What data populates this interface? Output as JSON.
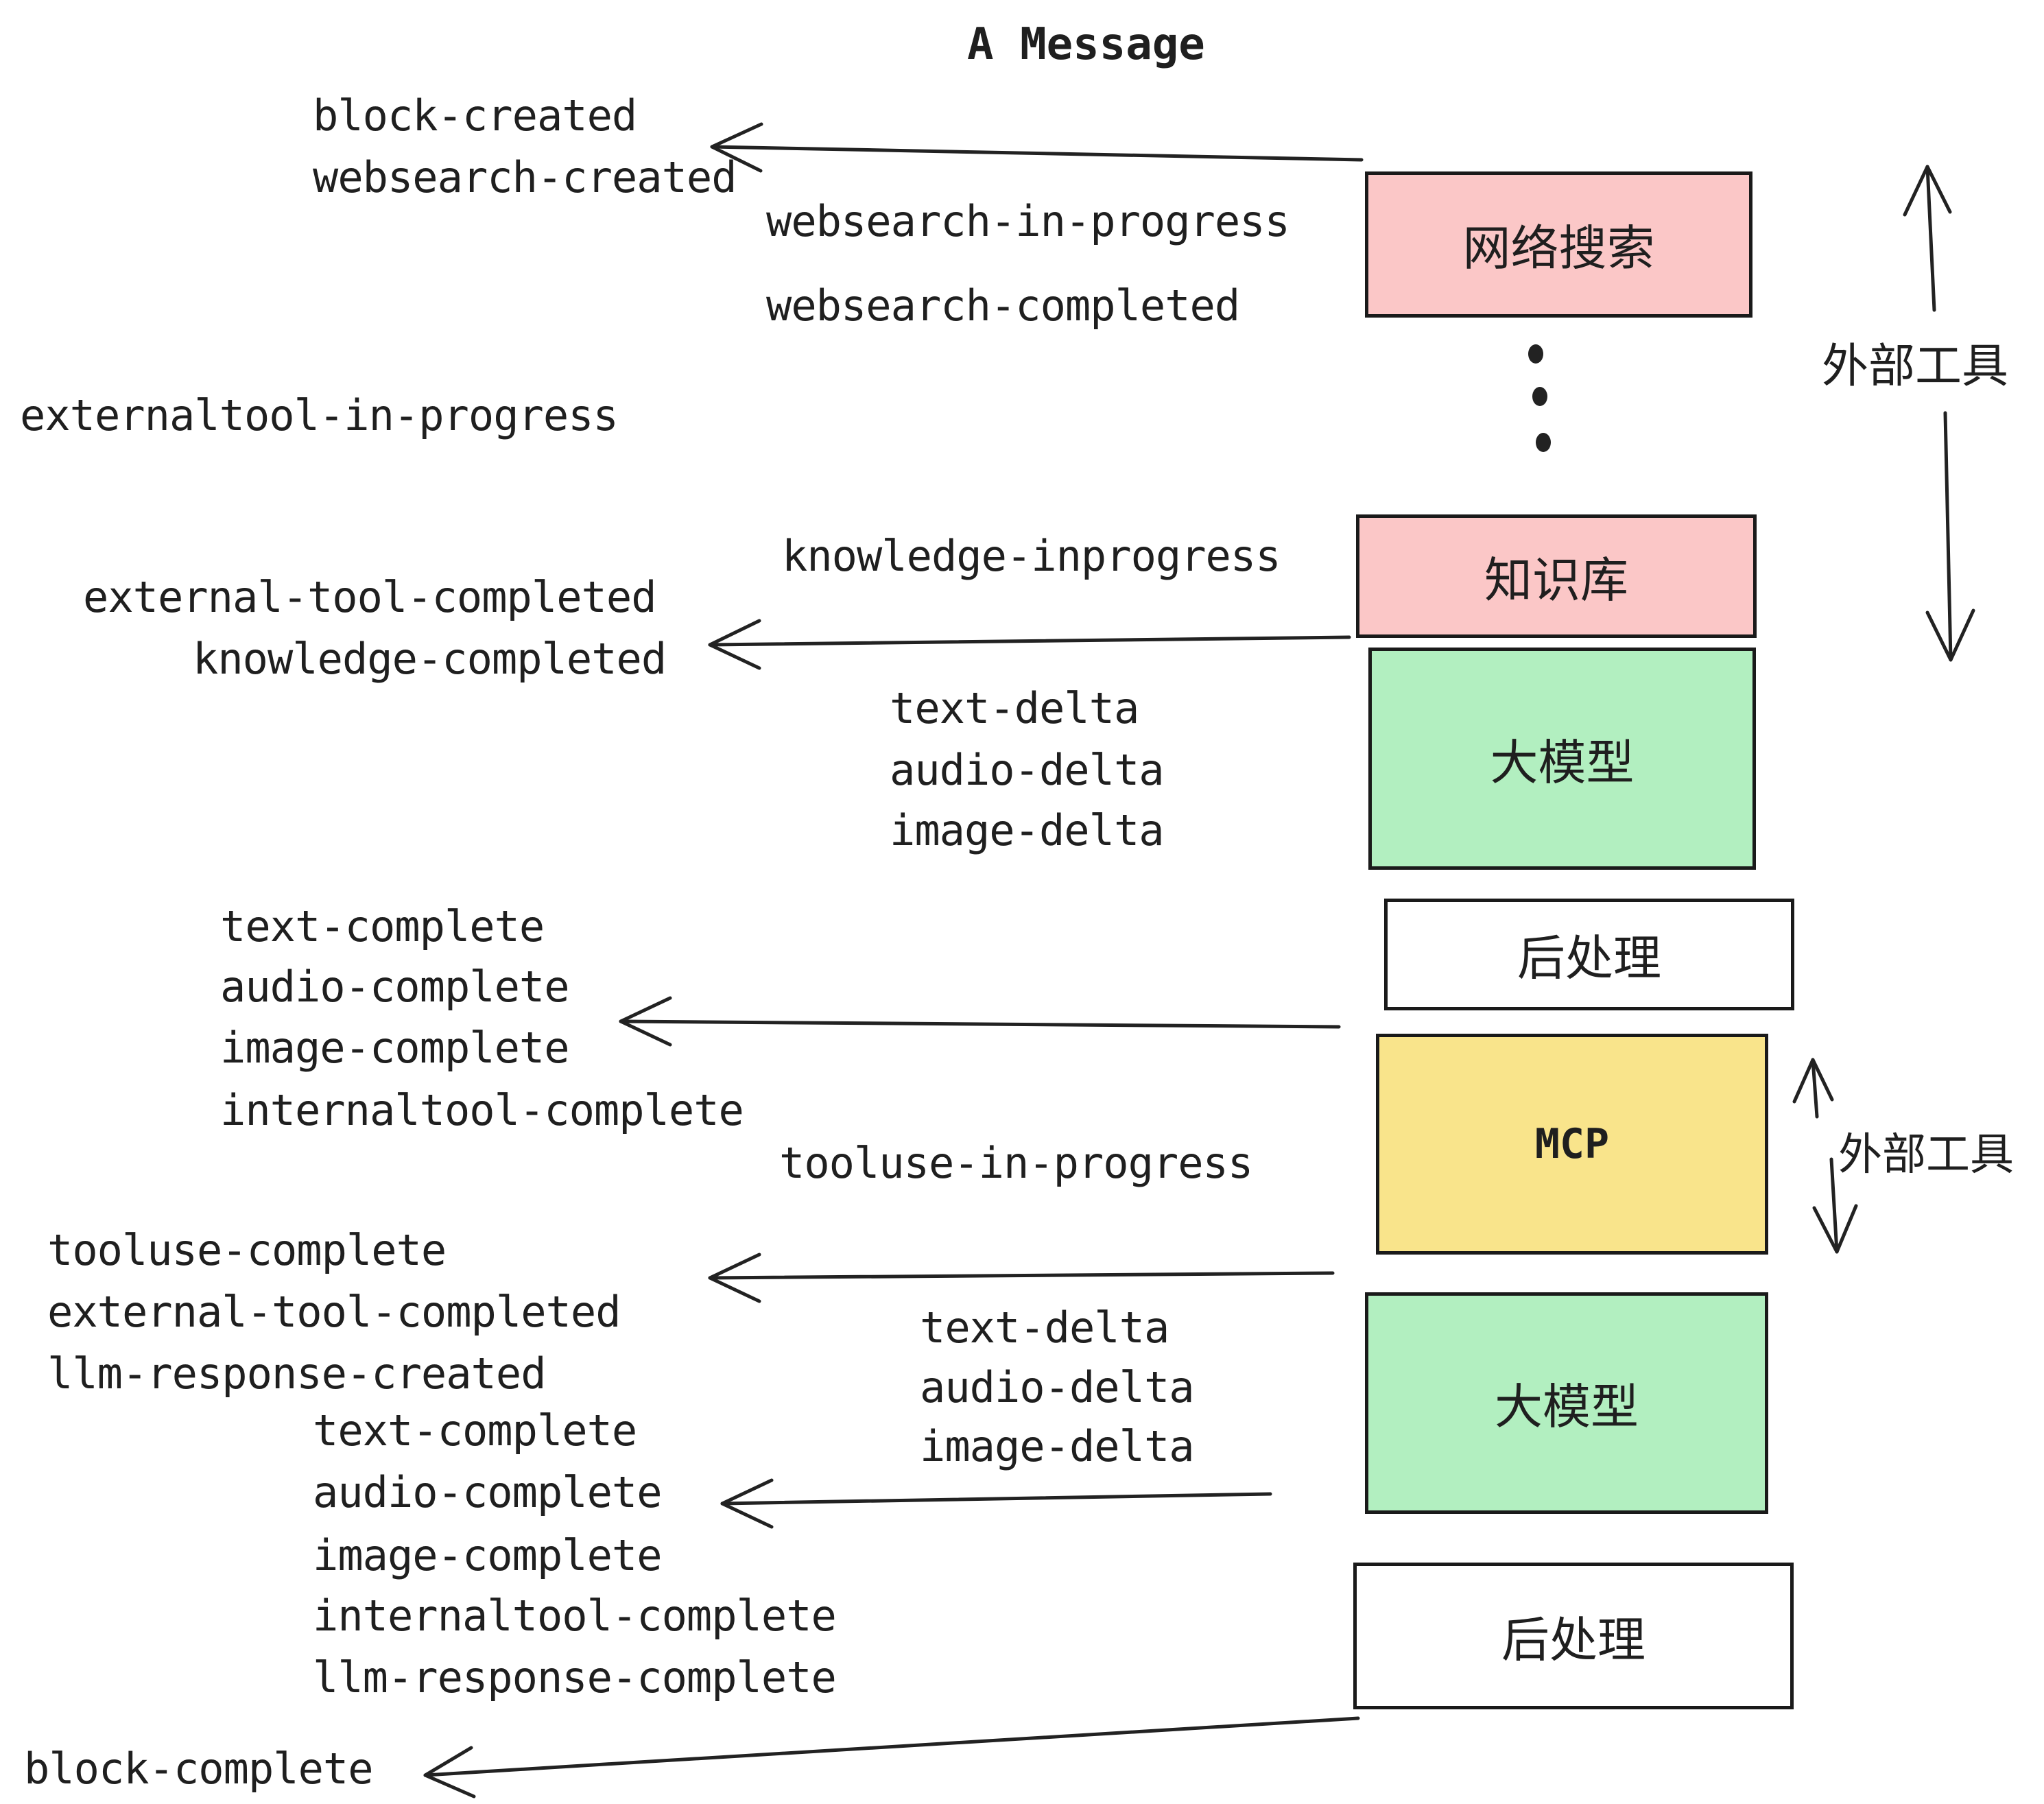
{
  "title": "A Message",
  "events": {
    "block_created": "block-created",
    "websearch_created": "websearch-created",
    "websearch_in_progress": "websearch-in-progress",
    "websearch_completed": "websearch-completed",
    "externaltool_in_progress": "externaltool-in-progress",
    "knowledge_inprogress": "knowledge-inprogress",
    "external_tool_completed": "external-tool-completed",
    "knowledge_completed": "knowledge-completed",
    "text_delta": "text-delta",
    "audio_delta": "audio-delta",
    "image_delta": "image-delta",
    "text_complete": "text-complete",
    "audio_complete": "audio-complete",
    "image_complete": "image-complete",
    "internaltool_complete": "internaltool-complete",
    "tooluse_in_progress": "tooluse-in-progress",
    "tooluse_complete": "tooluse-complete",
    "llm_response_created": "llm-response-created",
    "llm_response_complete": "llm-response-complete",
    "block_complete": "block-complete"
  },
  "boxes": {
    "websearch": "网络搜索",
    "knowledge": "知识库",
    "llm": "大模型",
    "post": "后处理",
    "mcp": "MCP"
  },
  "side_labels": {
    "external_tools": "外部工具"
  },
  "colors": {
    "pink": "#fbc7c7",
    "green": "#b2efc0",
    "yellow": "#f9e48b",
    "ink": "#1f1f1f",
    "box-border": "#1a1a1a",
    "bg": "#ffffff"
  }
}
